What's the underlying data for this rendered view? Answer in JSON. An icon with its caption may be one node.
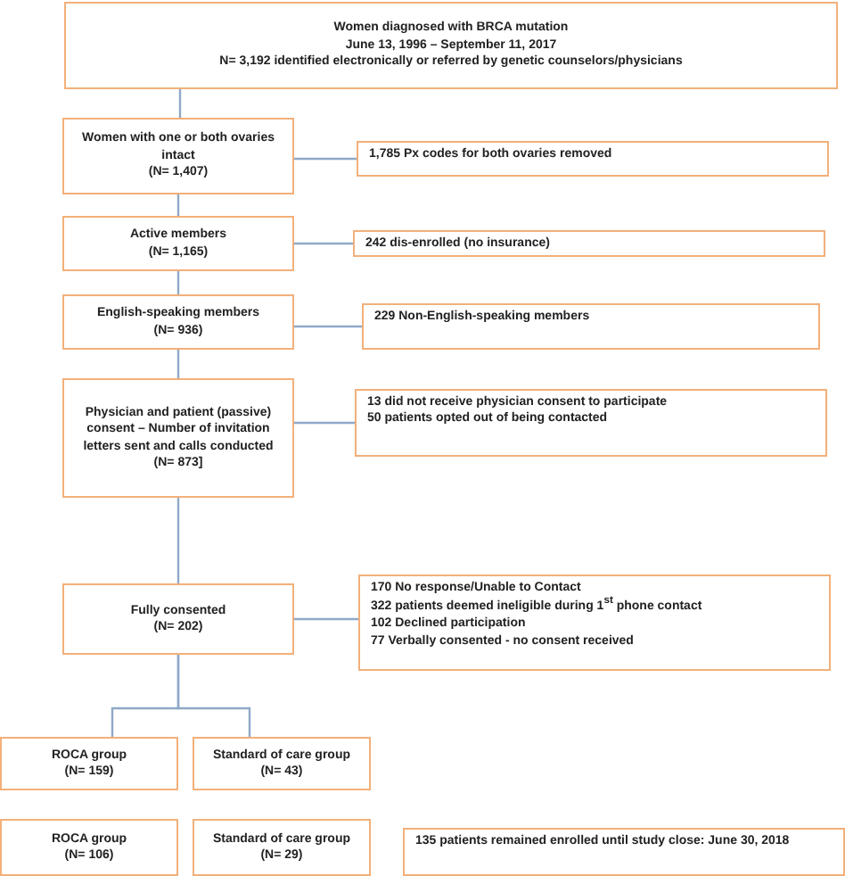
{
  "diagram": {
    "nodes": [
      {
        "text": [
          "Women diagnosed with BRCA mutation",
          "June 13, 1996 – September 11, 2017",
          "N= 3,192 identified electronically or referred by genetic counselors/physicians"
        ]
      },
      {
        "text": [
          "Women with one or both ovaries intact",
          "(N= 1,407)"
        ]
      },
      {
        "text": [
          "1,785 Px codes for both ovaries removed"
        ]
      },
      {
        "text": [
          "Active members",
          "(N= 1,165)"
        ]
      },
      {
        "text": [
          "242 dis-enrolled (no insurance)"
        ]
      },
      {
        "text": [
          "English-speaking members",
          "(N= 936)"
        ]
      },
      {
        "text": [
          "229 Non-English-speaking members"
        ]
      },
      {
        "text": [
          "Physician and patient (passive) consent – Number of invitation letters sent and calls conducted",
          "(N= 873]"
        ]
      },
      {
        "text": [
          "13 did not receive physician consent to participate",
          "50 patients opted out of being contacted"
        ]
      },
      {
        "text": [
          "Fully consented",
          "(N= 202)"
        ]
      },
      {
        "text": [
          "170 No response/Unable to Contact",
          "322 patients deemed ineligible during 1$^{st}$ phone contact",
          "102 Declined participation",
          "77 Verbally consented - no consent received"
        ]
      },
      {
        "text": [
          "ROCA group",
          "(N= 159)"
        ]
      },
      {
        "text": [
          "Standard of care group",
          "(N= 43)"
        ]
      },
      {
        "text": [
          "ROCA group",
          "(N= 106)"
        ]
      },
      {
        "text": [
          "Standard of care group",
          "(N= 29)"
        ]
      },
      {
        "text": [
          "135 patients remained enrolled until study close: June 30, 2018"
        ]
      }
    ],
    "edges": [
      {
        "from": 0,
        "to": 1,
        "arrow": "none"
      },
      {
        "from": 1,
        "to": 2,
        "arrow": "none"
      },
      {
        "from": 1,
        "to": 3,
        "arrow": "none"
      },
      {
        "from": 3,
        "to": 4,
        "arrow": "none"
      },
      {
        "from": 3,
        "to": 5,
        "arrow": "none"
      },
      {
        "from": 5,
        "to": 6,
        "arrow": "none"
      },
      {
        "from": 5,
        "to": 7,
        "arrow": "none"
      },
      {
        "from": 7,
        "to": 8,
        "arrow": "none"
      },
      {
        "from": 7,
        "to": 9,
        "arrow": "none"
      },
      {
        "from": 9,
        "to": 10,
        "arrow": "none"
      },
      {
        "from": 9,
        "to": 11,
        "arrow": "none"
      },
      {
        "from": 9,
        "to": 12,
        "arrow": "none"
      }
    ]
  }
}
